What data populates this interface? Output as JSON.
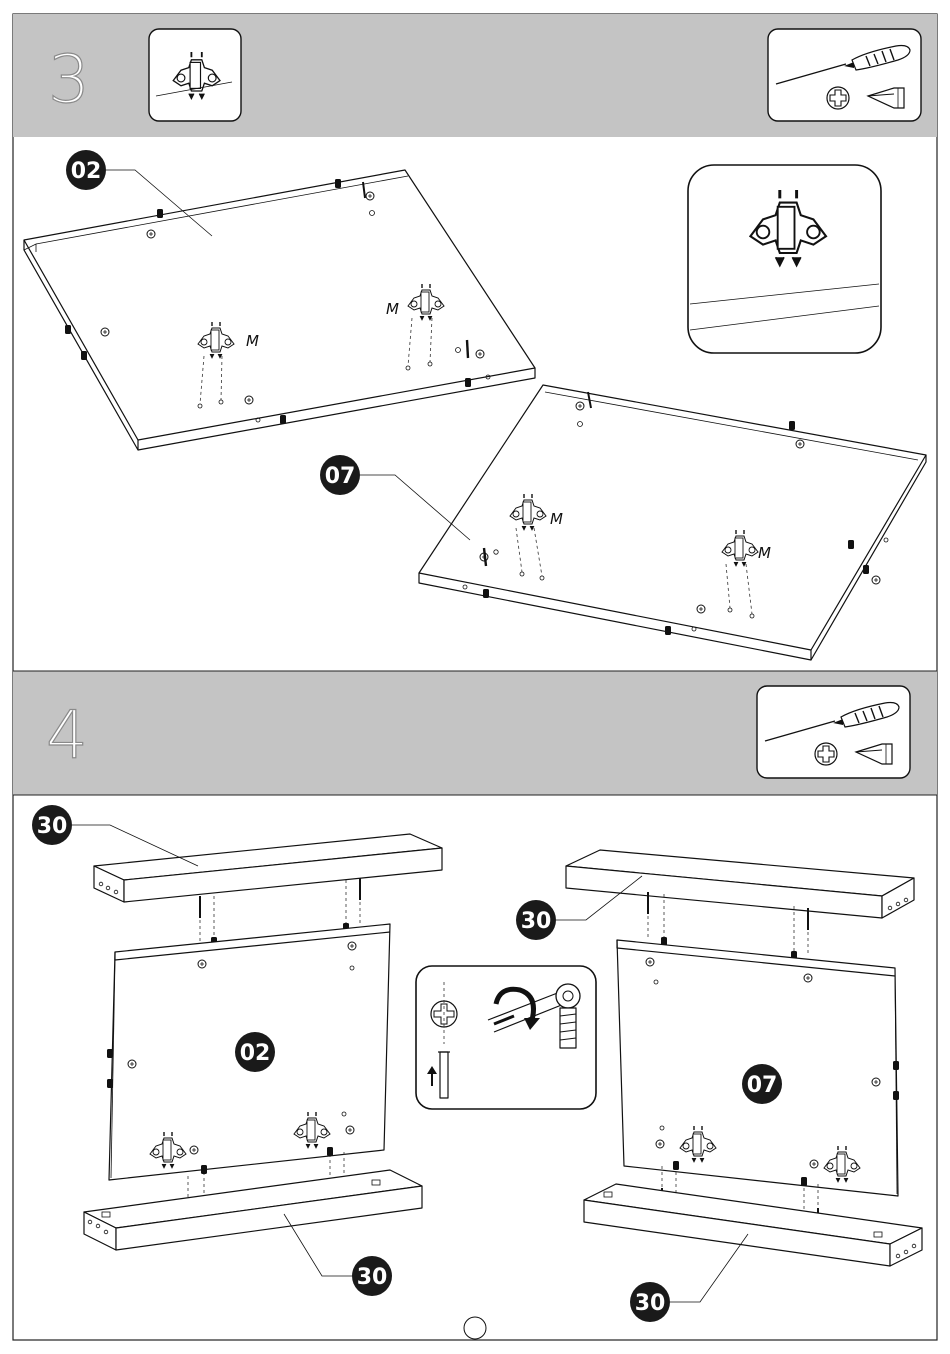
{
  "steps": [
    {
      "number": "3",
      "parts": [
        {
          "label": "02"
        },
        {
          "label": "07"
        }
      ],
      "hinge_label": "M",
      "icons": [
        "hinge-plate-icon",
        "screwdriver-icon",
        "phillips-head-icon",
        "flat-head-icon"
      ]
    },
    {
      "number": "4",
      "parts": [
        {
          "label": "30"
        },
        {
          "label": "02"
        },
        {
          "label": "30"
        },
        {
          "label": "30"
        },
        {
          "label": "07"
        },
        {
          "label": "30"
        }
      ],
      "icons": [
        "screwdriver-icon",
        "phillips-head-icon",
        "flat-head-icon",
        "cam-lock-icon",
        "rotate-arrow-icon",
        "up-arrow-icon"
      ]
    }
  ],
  "colors": {
    "header_band": "#c4c4c4",
    "label_circle": "#1a1a1a",
    "line": "#111111"
  }
}
